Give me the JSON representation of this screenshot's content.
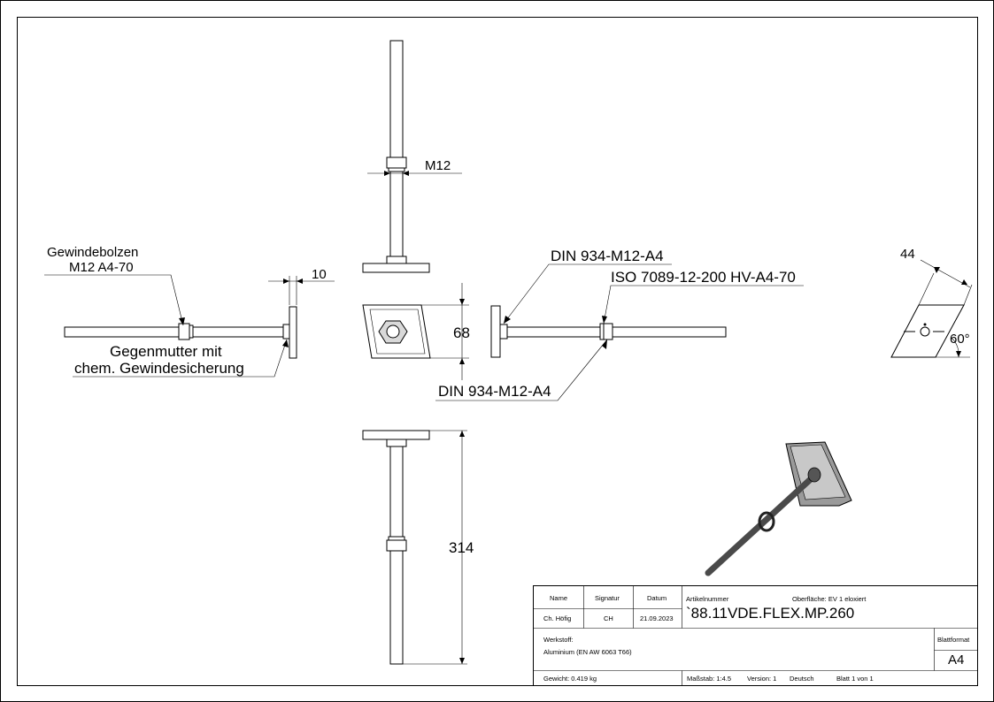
{
  "labels": {
    "m12": "M12",
    "bolt": [
      "Gewindebolzen",
      "M12 A4-70"
    ],
    "ten": "10",
    "nut_top": "DIN 934-M12-A4",
    "iso": "ISO 7089-12-200 HV-A4-70",
    "sixtyeight": "68",
    "counter": [
      "Gegenmutter mit",
      "chem. Gewindesicherung"
    ],
    "nut_bottom": "DIN 934-M12-A4",
    "fortyfour": "44",
    "angle": "60°",
    "length": "314"
  },
  "titleblock": {
    "head_name": "Name",
    "head_sign": "Signatur",
    "head_date": "Datum",
    "name": "Ch. Höfig",
    "sign": "CH",
    "date": "21.09.2023",
    "artnr_label": "Artikelnummer",
    "surface": "Oberfläche:  EV 1 eloxiert",
    "artnr": "`88.11VDE.FLEX.MP.260",
    "material_label": "Werkstoff:",
    "material": "Aluminium (EN AW 6063 T66)",
    "format_label": "Blattformat",
    "format": "A4",
    "weight": "Gewicht: 0.419 kg",
    "scale": "Maßstab: 1:4.5",
    "version": "Version: 1",
    "language": "Deutsch",
    "sheet": "Blatt 1 von 1"
  },
  "colors": {
    "line": "#000000",
    "fill_gray": "#d9d9d9",
    "iso_dark": "#5a5a5a"
  }
}
